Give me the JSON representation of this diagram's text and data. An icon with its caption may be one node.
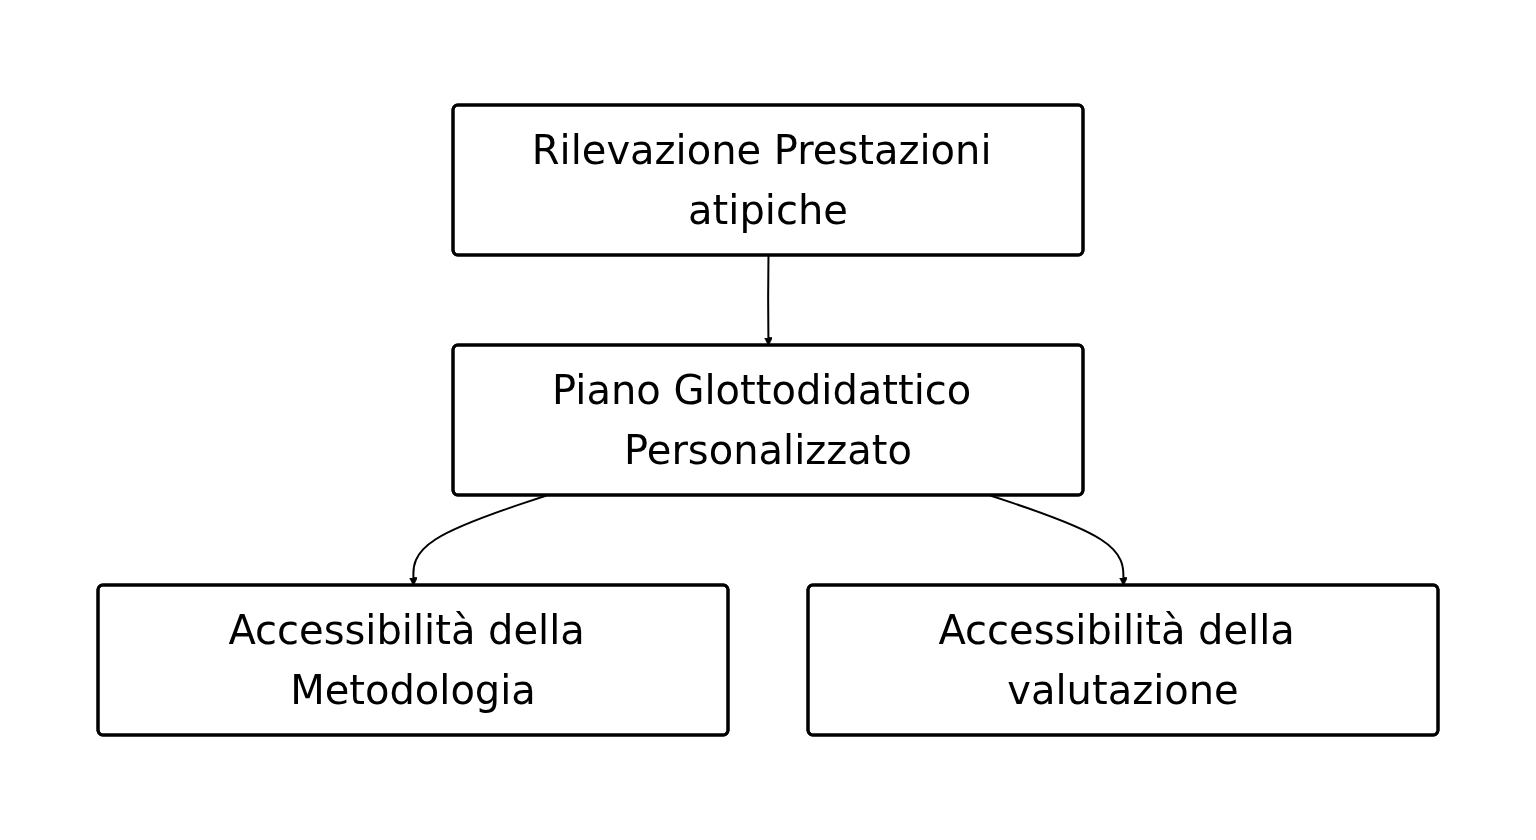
{
  "diagram": {
    "nodes": [
      {
        "text": [
          "Rilevazione Prestazioni atipiche"
        ]
      },
      {
        "text": [
          "Piano Glottodidattico Personalizzato"
        ]
      },
      {
        "text": [
          "Accessibilità della Metodologia"
        ]
      },
      {
        "text": [
          "Accessibilità della valutazione"
        ]
      }
    ],
    "edges": [
      {
        "from": 0,
        "to": 1,
        "arrow": "to"
      },
      {
        "from": 1,
        "to": 2,
        "arrow": "to"
      },
      {
        "from": 1,
        "to": 3,
        "arrow": "to"
      }
    ]
  }
}
